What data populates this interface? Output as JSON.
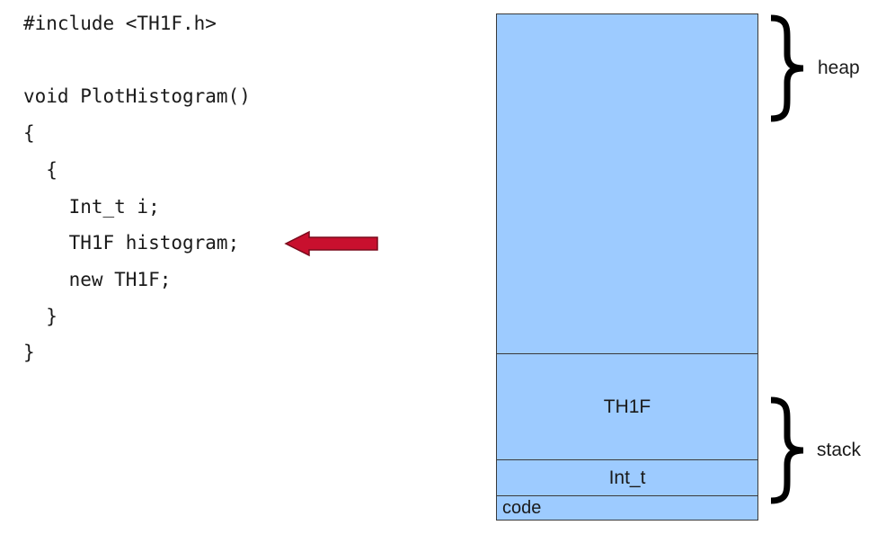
{
  "code": {
    "lines": [
      "#include <TH1F.h>",
      "void PlotHistogram()",
      "{",
      "  {",
      "    Int_t i;",
      "    TH1F histogram;",
      "    new TH1F;",
      "  }",
      "}"
    ]
  },
  "memory": {
    "segments": {
      "heap": "",
      "th1f": "TH1F",
      "int": "Int_t",
      "code": "code"
    },
    "labels": {
      "heap": "heap",
      "stack": "stack"
    }
  },
  "colors": {
    "memory_fill": "#9dcbff",
    "arrow": "#c8102e"
  },
  "icons": {
    "pointer": "left-arrow-icon",
    "brace": "right-curly-brace-icon"
  }
}
